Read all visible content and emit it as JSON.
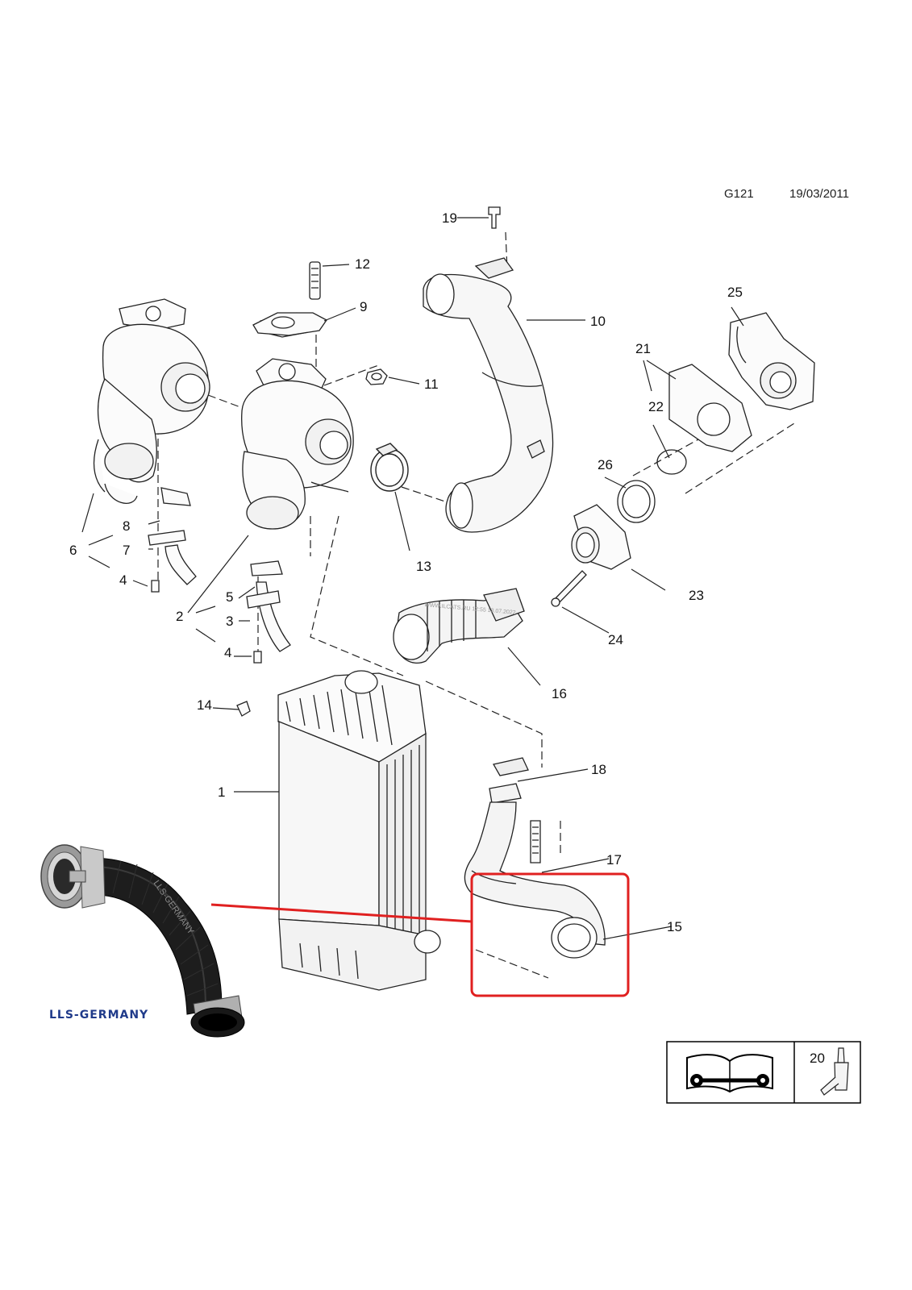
{
  "header": {
    "diagram_code": "G121",
    "date": "19/03/2011"
  },
  "watermark": "WWW.ILCATS.RU 12:55 13.07.2022",
  "product_photo": {
    "brand_label": "LLS-GERMANY",
    "hose_print": "LLS-GERMANY"
  },
  "highlight_color": "#e02020",
  "callouts": [
    "19",
    "12",
    "9",
    "10",
    "25",
    "21",
    "11",
    "22",
    "26",
    "8",
    "6",
    "7",
    "13",
    "4",
    "23",
    "2",
    "5",
    "3",
    "24",
    "4",
    "16",
    "14",
    "18",
    "1",
    "17",
    "15"
  ],
  "legend": {
    "service_manual_icon": "book-wrench-icon",
    "item_20_label": "20",
    "item_20_icon": "sealant-bottle-icon"
  }
}
